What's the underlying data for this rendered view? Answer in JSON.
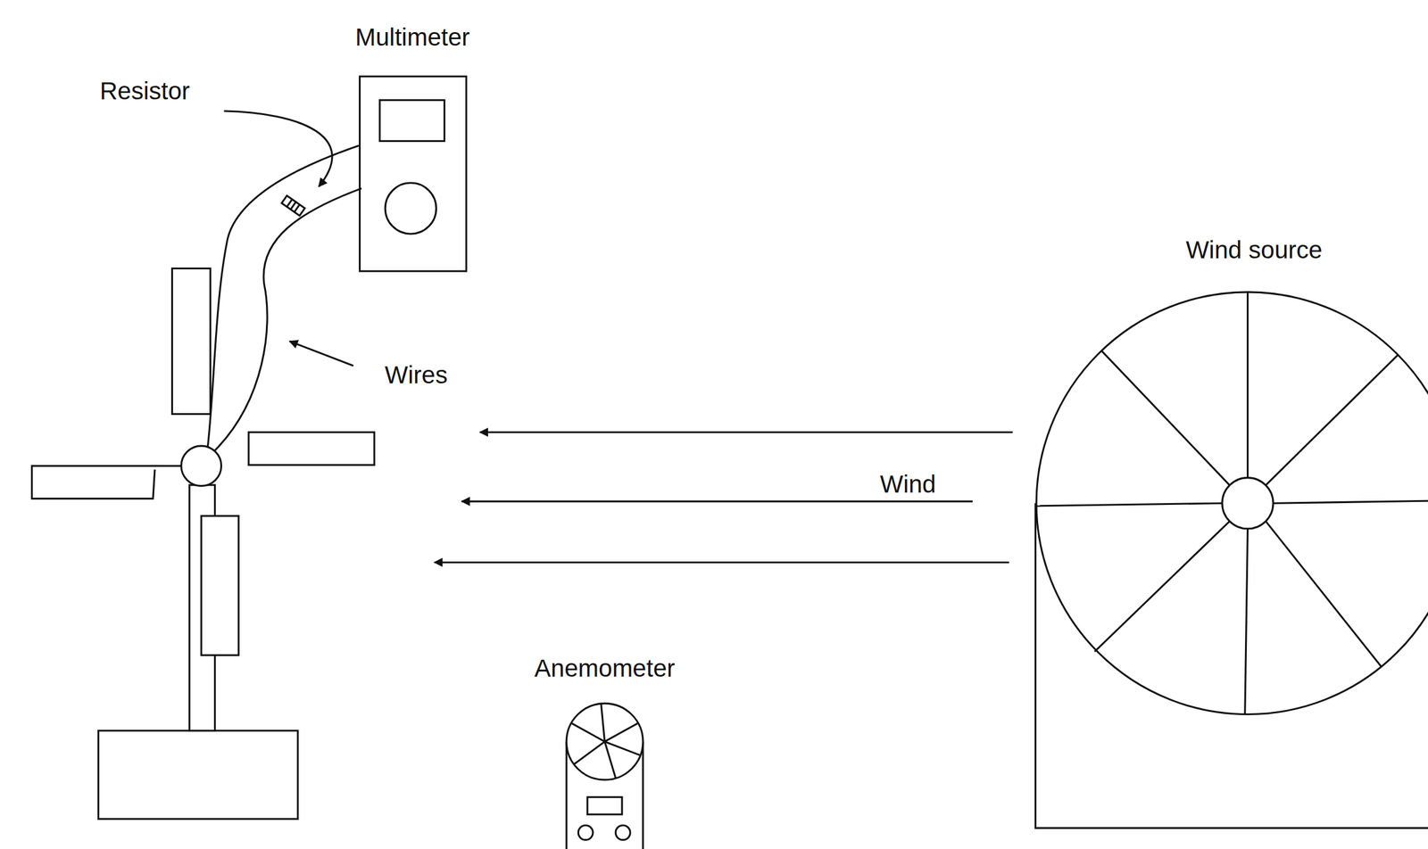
{
  "diagram": {
    "labels": [
      "Multimeter",
      "Resistor",
      "Wires",
      "Wind",
      "Anemometer",
      "Wind source"
    ]
  }
}
